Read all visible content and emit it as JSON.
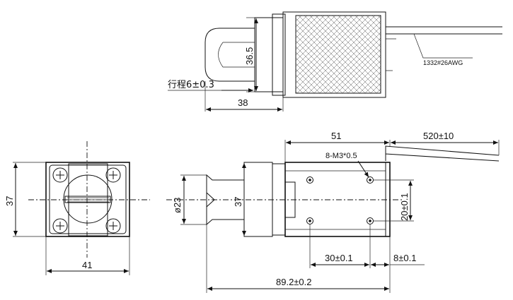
{
  "top_view": {
    "dim_height": "36.5",
    "dim_width": "38",
    "stroke_note": "行程6±0.3",
    "wire_label": "1332#26AWG"
  },
  "end_view": {
    "dim_height": "37",
    "dim_width": "41"
  },
  "side_view": {
    "dim_coil_length": "51",
    "dim_lead_length": "520±10",
    "screw_note": "8-M3*0.5",
    "dim_plunger_dia": "ø23",
    "dim_height": "37",
    "dim_hole_vertical": "20±0.1",
    "dim_hole_horizontal": "30±0.1",
    "dim_hole_edge": "8±0.1",
    "dim_overall_length": "89.2±0.2"
  }
}
